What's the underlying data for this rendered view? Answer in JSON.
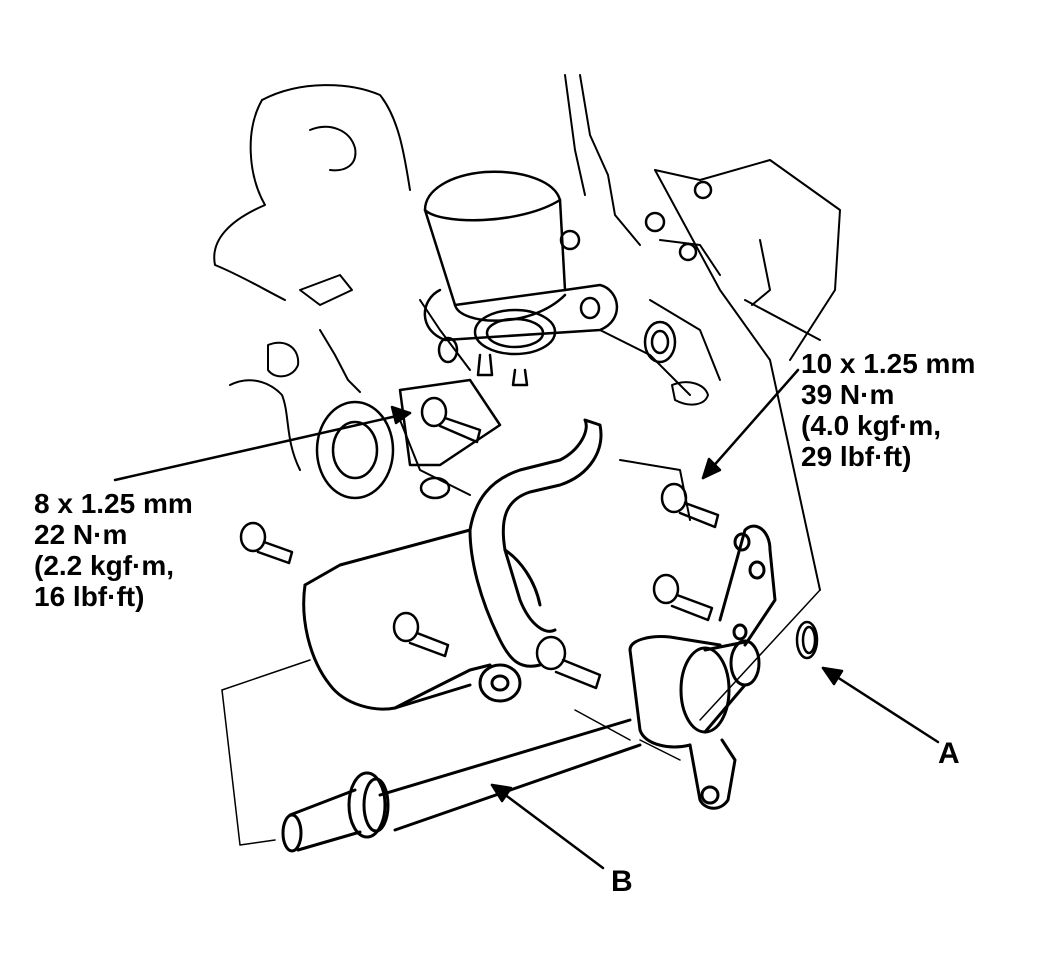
{
  "callout_left": {
    "line1": "8 x 1.25 mm",
    "line2": "22 N·m",
    "line3": "(2.2 kgf·m,",
    "line4": "16 lbf·ft)"
  },
  "callout_right": {
    "line1": "10 x 1.25 mm",
    "line2": "39 N·m",
    "line3": "(4.0 kgf·m,",
    "line4": "29 lbf·ft)"
  },
  "part_a_label": "A",
  "part_b_label": "B"
}
